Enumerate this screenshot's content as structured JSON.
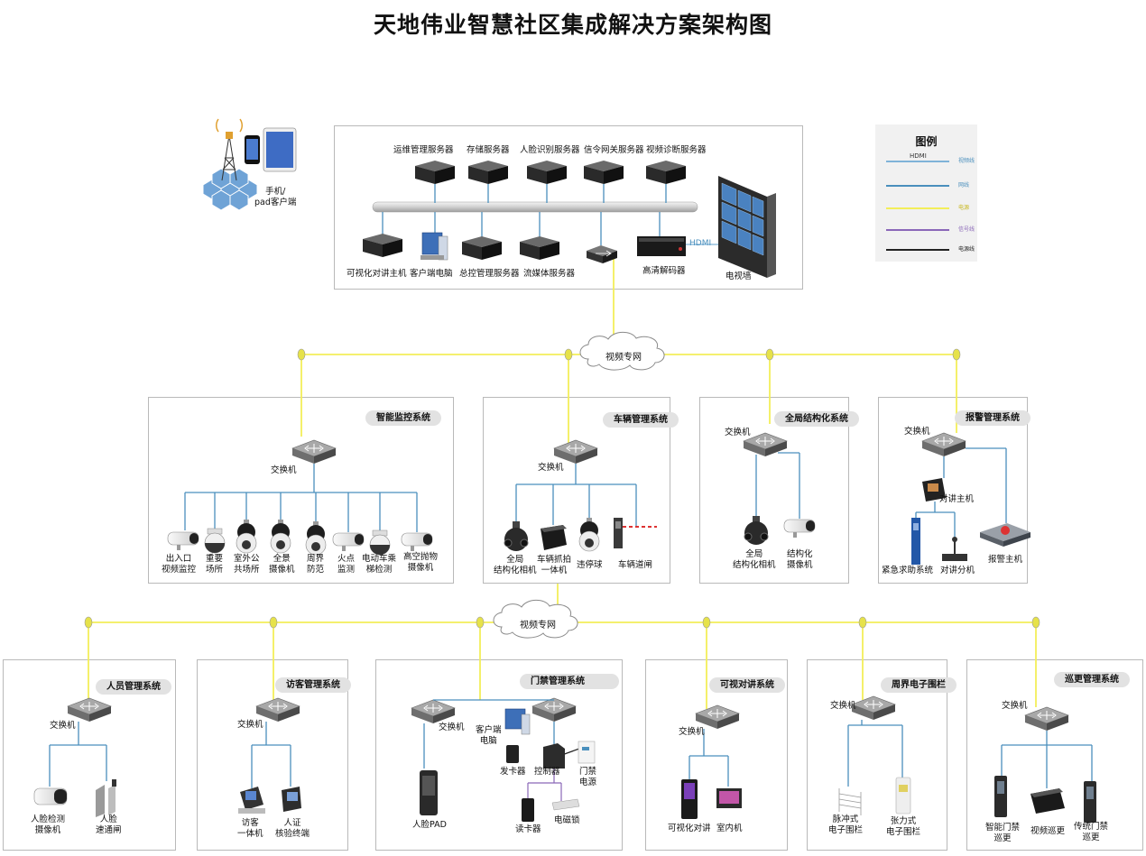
{
  "title": "天地伟业智慧社区集成解决方案架构图",
  "colors": {
    "yellow_line": "#f3ee5a",
    "blue_line": "#4a8fbd",
    "hdmi_line": "#7fb3d8",
    "signal_line": "#8a67b8",
    "power_line": "#222222"
  },
  "mobile": {
    "label": "手机/\npad客户端"
  },
  "center": {
    "top_servers": [
      "运维管理服务器",
      "存储服务器",
      "人脸识别服务器",
      "信令网关服务器",
      "视频诊断服务器"
    ],
    "bottom_devices": [
      "可视化对讲主机",
      "客户端电脑",
      "总控管理服务器",
      "流媒体服务器",
      "高清解码器",
      "电视墙"
    ],
    "hdmi": "HDMI"
  },
  "legend": {
    "title": "图例",
    "hdmi": "HDMI",
    "items": [
      "视频线",
      "网线",
      "电源",
      "信号线",
      "电源线"
    ]
  },
  "networks": {
    "video_net_1": "视频专网",
    "video_net_2": "视频专网"
  },
  "systems": {
    "smart_monitor": {
      "title": "智能监控系统",
      "switch": "交换机",
      "devices": [
        "出入口\n视频监控",
        "重要\n场所",
        "室外公\n共场所",
        "全景\n摄像机",
        "周界\n防范",
        "火点\n监测",
        "电动车乘\n梯检测",
        "高空抛物\n摄像机"
      ]
    },
    "vehicle": {
      "title": "车辆管理系统",
      "switch": "交换机",
      "devices": [
        "全局\n结构化相机",
        "车辆抓拍\n一体机",
        "违停球",
        "车辆道闸"
      ]
    },
    "global_struct": {
      "title": "全局结构化系统",
      "switch": "交换机",
      "devices": [
        "全局\n结构化相机",
        "结构化\n摄像机"
      ]
    },
    "alarm": {
      "title": "报警管理系统",
      "switch": "交换机",
      "devices": [
        "对讲主机",
        "紧急求助系统",
        "对讲分机",
        "报警主机"
      ]
    },
    "personnel": {
      "title": "人员管理系统",
      "switch": "交换机",
      "devices": [
        "人脸检测\n摄像机",
        "人脸\n速通闸"
      ]
    },
    "visitor": {
      "title": "访客管理系统",
      "switch": "交换机",
      "devices": [
        "访客\n一体机",
        "人证\n核验终端"
      ]
    },
    "access": {
      "title": "门禁管理系统",
      "switch": "交换机",
      "devices": [
        "客户端\n电脑",
        "发卡器",
        "控制器",
        "门禁\n电源",
        "人脸PAD",
        "读卡器",
        "电磁锁"
      ]
    },
    "video_intercom": {
      "title": "可视对讲系统",
      "switch": "交换机",
      "devices": [
        "可视化对讲",
        "室内机"
      ]
    },
    "perimeter": {
      "title": "周界电子围栏",
      "switch": "交换机",
      "devices": [
        "脉冲式\n电子围栏",
        "张力式\n电子围栏"
      ]
    },
    "patrol": {
      "title": "巡更管理系统",
      "switch": "交换机",
      "devices": [
        "智能门禁\n巡更",
        "视频巡更",
        "传统门禁\n巡更"
      ]
    }
  }
}
